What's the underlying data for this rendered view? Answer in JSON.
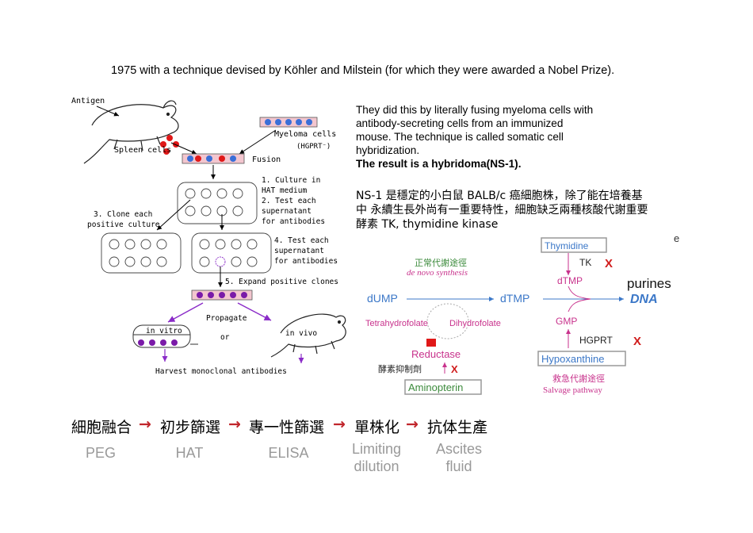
{
  "top_sentence": "1975 with a technique devised by Köhler and Milstein (for which they were awarded a Nobel Prize).",
  "paragraph": {
    "line1": "They did this by literally fusing myeloma cells with",
    "line2": "antibody-secreting cells from an immunized",
    "line3": "mouse. The technique is called somatic cell",
    "line4": "hybridization.",
    "result": "The result is a hybridoma(NS-1)."
  },
  "chinese_text": {
    "line1": "NS-1  是穩定的小白鼠  BALB/c  癌細胞株，除了能在培養基",
    "line2": "中 永續生長外尚有一重要特性，細胞缺乏兩種核酸代謝重要",
    "line3": "酵素  TK, thymidine kinase"
  },
  "stray_char": "e",
  "left_figure": {
    "antigen": "Antigen",
    "spleen_cells": "Spleen cells",
    "myeloma_cells": "Myeloma cells",
    "hgprt": "(HGPRT⁻)",
    "fusion": "Fusion",
    "step1a": "1. Culture in",
    "step1b": "HAT medium",
    "step2a": "2. Test each",
    "step2b": "supernatant",
    "step2c": "for antibodies",
    "step3a": "3. Clone each",
    "step3b": "positive culture",
    "step4a": "4. Test each",
    "step4b": "supernatant",
    "step4c": "for antibodies",
    "step5": "5. Expand positive clones",
    "propagate": "Propagate",
    "in_vitro": "in vitro",
    "or": "or",
    "in_vivo": "in vivo",
    "harvest": "Harvest monoclonal antibodies"
  },
  "right_figure": {
    "de_novo_cn": "正常代謝途徑",
    "de_novo_en": "de novo synthesis",
    "thymidine": "Thymidine",
    "tk": "TK",
    "dtmp_top": "dTMP",
    "purines": "purines",
    "dump": "dUMP",
    "dtmp_mid": "dTMP",
    "dna": "DNA",
    "tetrahydrofolate": "Tetrahydrofolate",
    "dihydrofolate": "Dihydrofolate",
    "gmp": "GMP",
    "hgprt": "HGPRT",
    "reductase": "Reductase",
    "inhibitor_cn": "酵素抑制劑",
    "hypoxanthine": "Hypoxanthine",
    "aminopterin": "Aminopterin",
    "salvage_cn": "救急代謝途徑",
    "salvage_en": "Salvage pathway",
    "x_mark": "X"
  },
  "steps": [
    "細胞融合",
    "初步篩選",
    "專一性篩選",
    "單株化",
    "抗体生產"
  ],
  "step_arrow": "→",
  "methods": {
    "peg": "PEG",
    "hat": "HAT",
    "elisa": "ELISA",
    "limiting_1": "Limiting",
    "limiting_2": "dilution",
    "ascites_1": "Ascites",
    "ascites_2": "fluid"
  },
  "colors": {
    "red_cell": "#e01818",
    "blue_cell": "#3a6fd8",
    "purple_cell": "#7a1aa8",
    "arrow_purple": "#8a2bc8",
    "pink_tube": "#f3c6cf",
    "pathway_blue": "#3c78c8",
    "pathway_pink": "#c8328c",
    "green_cn": "#3b8a3b",
    "x_red": "#d01c1c",
    "step_arrow_red": "#c0262c",
    "gray_text": "#999999"
  }
}
